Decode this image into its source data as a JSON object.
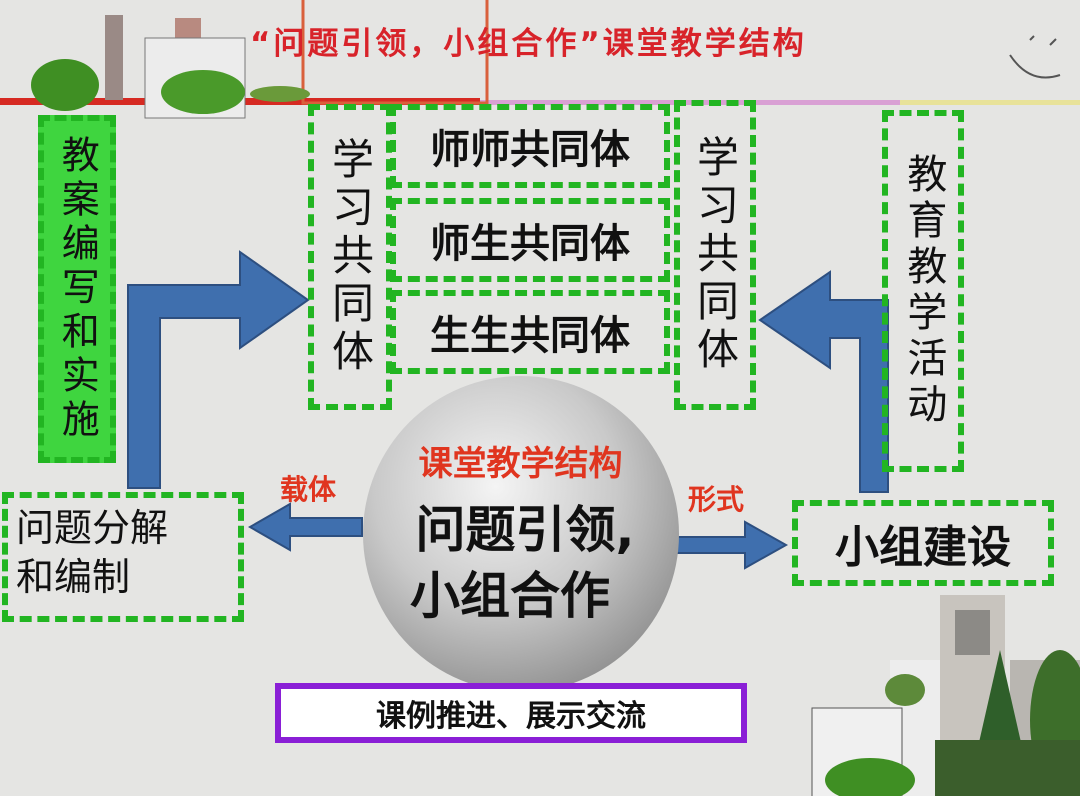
{
  "title": "“问题引领，小组合作”课堂教学结构",
  "left_column": "教案编写和实施",
  "learning_community_left": "学习共同体",
  "learning_community_right": "学习共同体",
  "communities": [
    "师师共同体",
    "师生共同体",
    "生生共同体"
  ],
  "right_column": "教育教学活动",
  "center": {
    "heading": "课堂教学结构",
    "line1": "问题引领,",
    "line2": "小组合作"
  },
  "left_label": "载体",
  "right_label": "形式",
  "left_box": {
    "line1": "问题分解",
    "line2": "和编制"
  },
  "right_box": "小组建设",
  "bottom_box": "课例推进、展示交流",
  "colors": {
    "green": "#22b522",
    "arrow": "#3f6fae",
    "title_red": "#d8232a",
    "purple": "#8a1fd6"
  }
}
